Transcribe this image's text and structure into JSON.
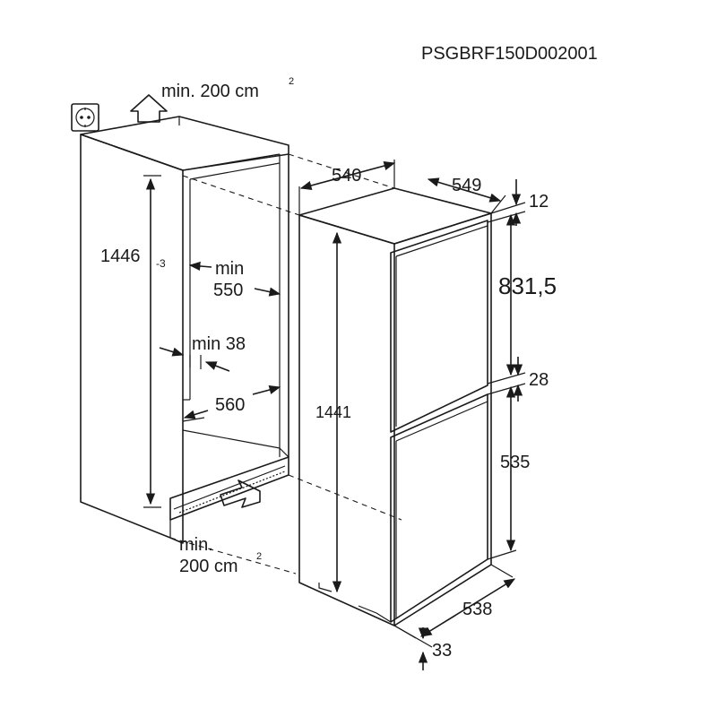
{
  "code": "PSGBRF150D002001",
  "vent_top": {
    "text": "min. 200 cm",
    "sup": "2"
  },
  "vent_bottom": {
    "line1": "min.",
    "line2": "200 cm",
    "sup": "2"
  },
  "niche": {
    "height": "1446",
    "height_tol": "-3",
    "depth_min_label": "min",
    "depth_min_value": "550",
    "gap_label": "min 38",
    "width": "560"
  },
  "appliance": {
    "width": "540",
    "depth": "549",
    "top_gap": "12",
    "upper_door": "831,5",
    "door_gap": "28",
    "lower_door": "535",
    "height": "1441",
    "door_depth": "538",
    "bottom_offset": "33"
  }
}
